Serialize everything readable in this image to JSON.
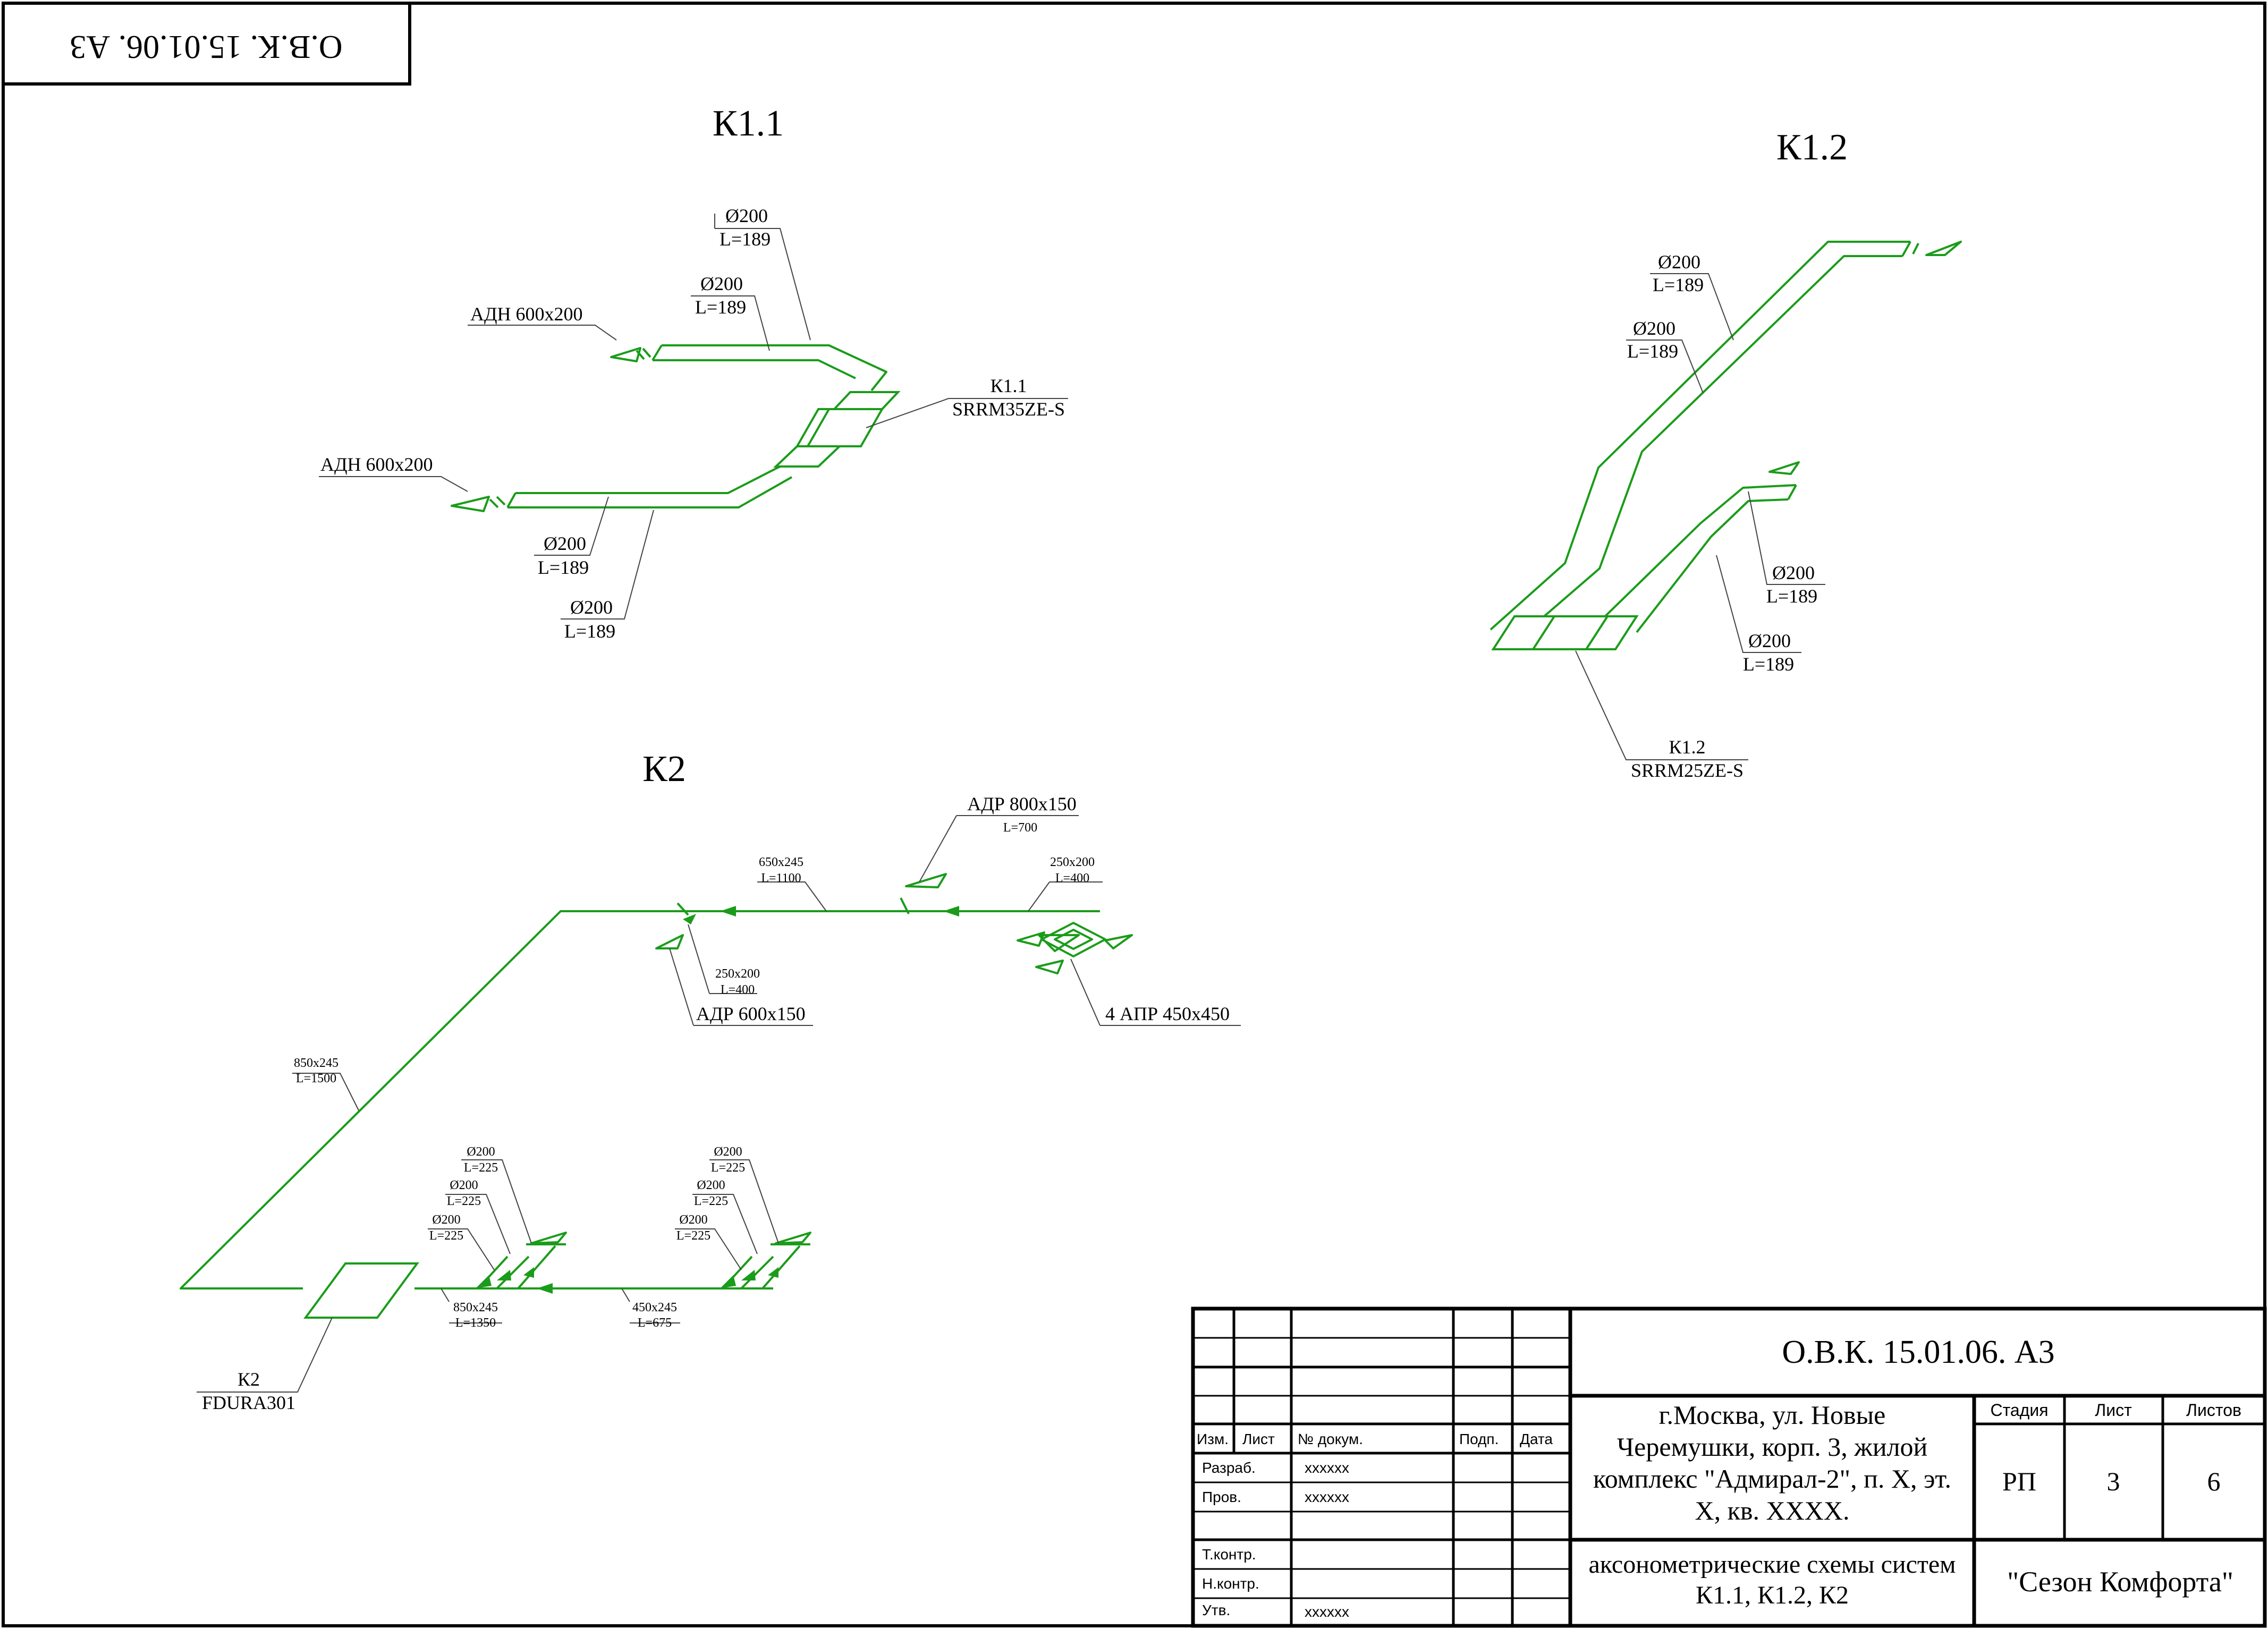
{
  "drawing_code": "О.В.К. 15.01.06. А3",
  "systems": {
    "k11": {
      "title": "К1.1",
      "unit_name": "К1.1",
      "unit_model": "SRRM35ZE-S",
      "grille_top": "АДН 600х200",
      "grille_bottom": "АДН 600х200",
      "duct_diameter": "Ø200",
      "duct_length": "L=189"
    },
    "k12": {
      "title": "К1.2",
      "unit_name": "К1.2",
      "unit_model": "SRRM25ZE-S",
      "duct_diameter": "Ø200",
      "duct_length": "L=189"
    },
    "k2": {
      "title": "К2",
      "unit_name": "К2",
      "unit_model": "FDURA301",
      "main_riser": {
        "size": "850х245",
        "length": "L=1500"
      },
      "top_run": {
        "size": "650х245",
        "length": "L=1100"
      },
      "top_branch_right": {
        "size": "250х200",
        "length": "L=400"
      },
      "top_branch_left": {
        "size": "250х200",
        "length": "L=400"
      },
      "grille_adr800": {
        "name": "АДР 800х150",
        "length": "L=700"
      },
      "grille_adr600": "АДР 600х150",
      "diffuser": "4 АПР 450х450",
      "bottom_run_1": {
        "size": "850х245",
        "length": "L=1350"
      },
      "bottom_run_2": {
        "size": "450х245",
        "length": "L=675"
      },
      "branch_diameter": "Ø200",
      "branch_length": "L=225"
    }
  },
  "title_block": {
    "code": "О.В.К. 15.01.06. А3",
    "address_lines": [
      "г.Москва, ул. Новые",
      "Черемушки, корп. 3, жилой",
      "комплекс \"Адмирал-2\", п. Х, эт.",
      "Х, кв. ХХХХ."
    ],
    "sheet_title_lines": [
      "аксонометрические схемы систем",
      "К1.1, К1.2, К2"
    ],
    "company": "\"Сезон Комфорта\"",
    "headers": {
      "stage": "Стадия",
      "sheet": "Лист",
      "sheets": "Листов"
    },
    "values": {
      "stage": "РП",
      "sheet": "3",
      "sheets": "6"
    },
    "columns": {
      "izm": "Изм.",
      "list": "Лист",
      "doc": "№ докум.",
      "sign": "Подп.",
      "date": "Дата"
    },
    "roles": {
      "developed": "Разраб.",
      "checked": "Пров.",
      "tcontrol": "Т.контр.",
      "ncontrol": "Н.контр.",
      "approved": "Утв."
    },
    "names": {
      "developed": "хххххх",
      "checked": "хххххх",
      "approved": "хххххх"
    }
  }
}
